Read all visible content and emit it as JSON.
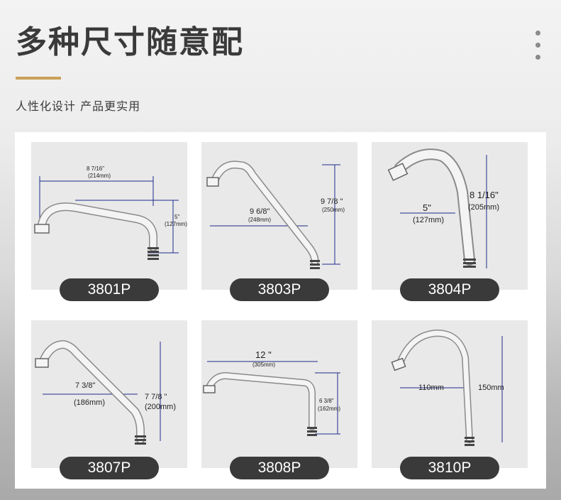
{
  "header": {
    "title": "多种尺寸随意配",
    "subtitle": "人性化设计 产品更实用"
  },
  "products": [
    {
      "model": "3801P",
      "dims": [
        "8 7/16\"",
        "(214mm)",
        "5\"",
        "(127mm)"
      ]
    },
    {
      "model": "3803P",
      "dims": [
        "9 6/8\"",
        "(248mm)",
        "9 7/8 \"",
        "(250mm)"
      ]
    },
    {
      "model": "3804P",
      "dims": [
        "5\"",
        "(127mm)",
        "8 1/16\"",
        "(205mm)"
      ]
    },
    {
      "model": "3807P",
      "dims": [
        "7 3/8\"",
        "(186mm)",
        "7 7/8 \"",
        "(200mm)"
      ]
    },
    {
      "model": "3808P",
      "dims": [
        "12 \"",
        "(305mm)",
        "6 3/8\"",
        "(162mm)"
      ]
    },
    {
      "model": "3810P",
      "dims": [
        "110mm",
        "150mm"
      ]
    }
  ],
  "colors": {
    "accent": "#c9a157",
    "label_bg": "#3a3a3a",
    "dimension_line": "#1f2a8a"
  }
}
